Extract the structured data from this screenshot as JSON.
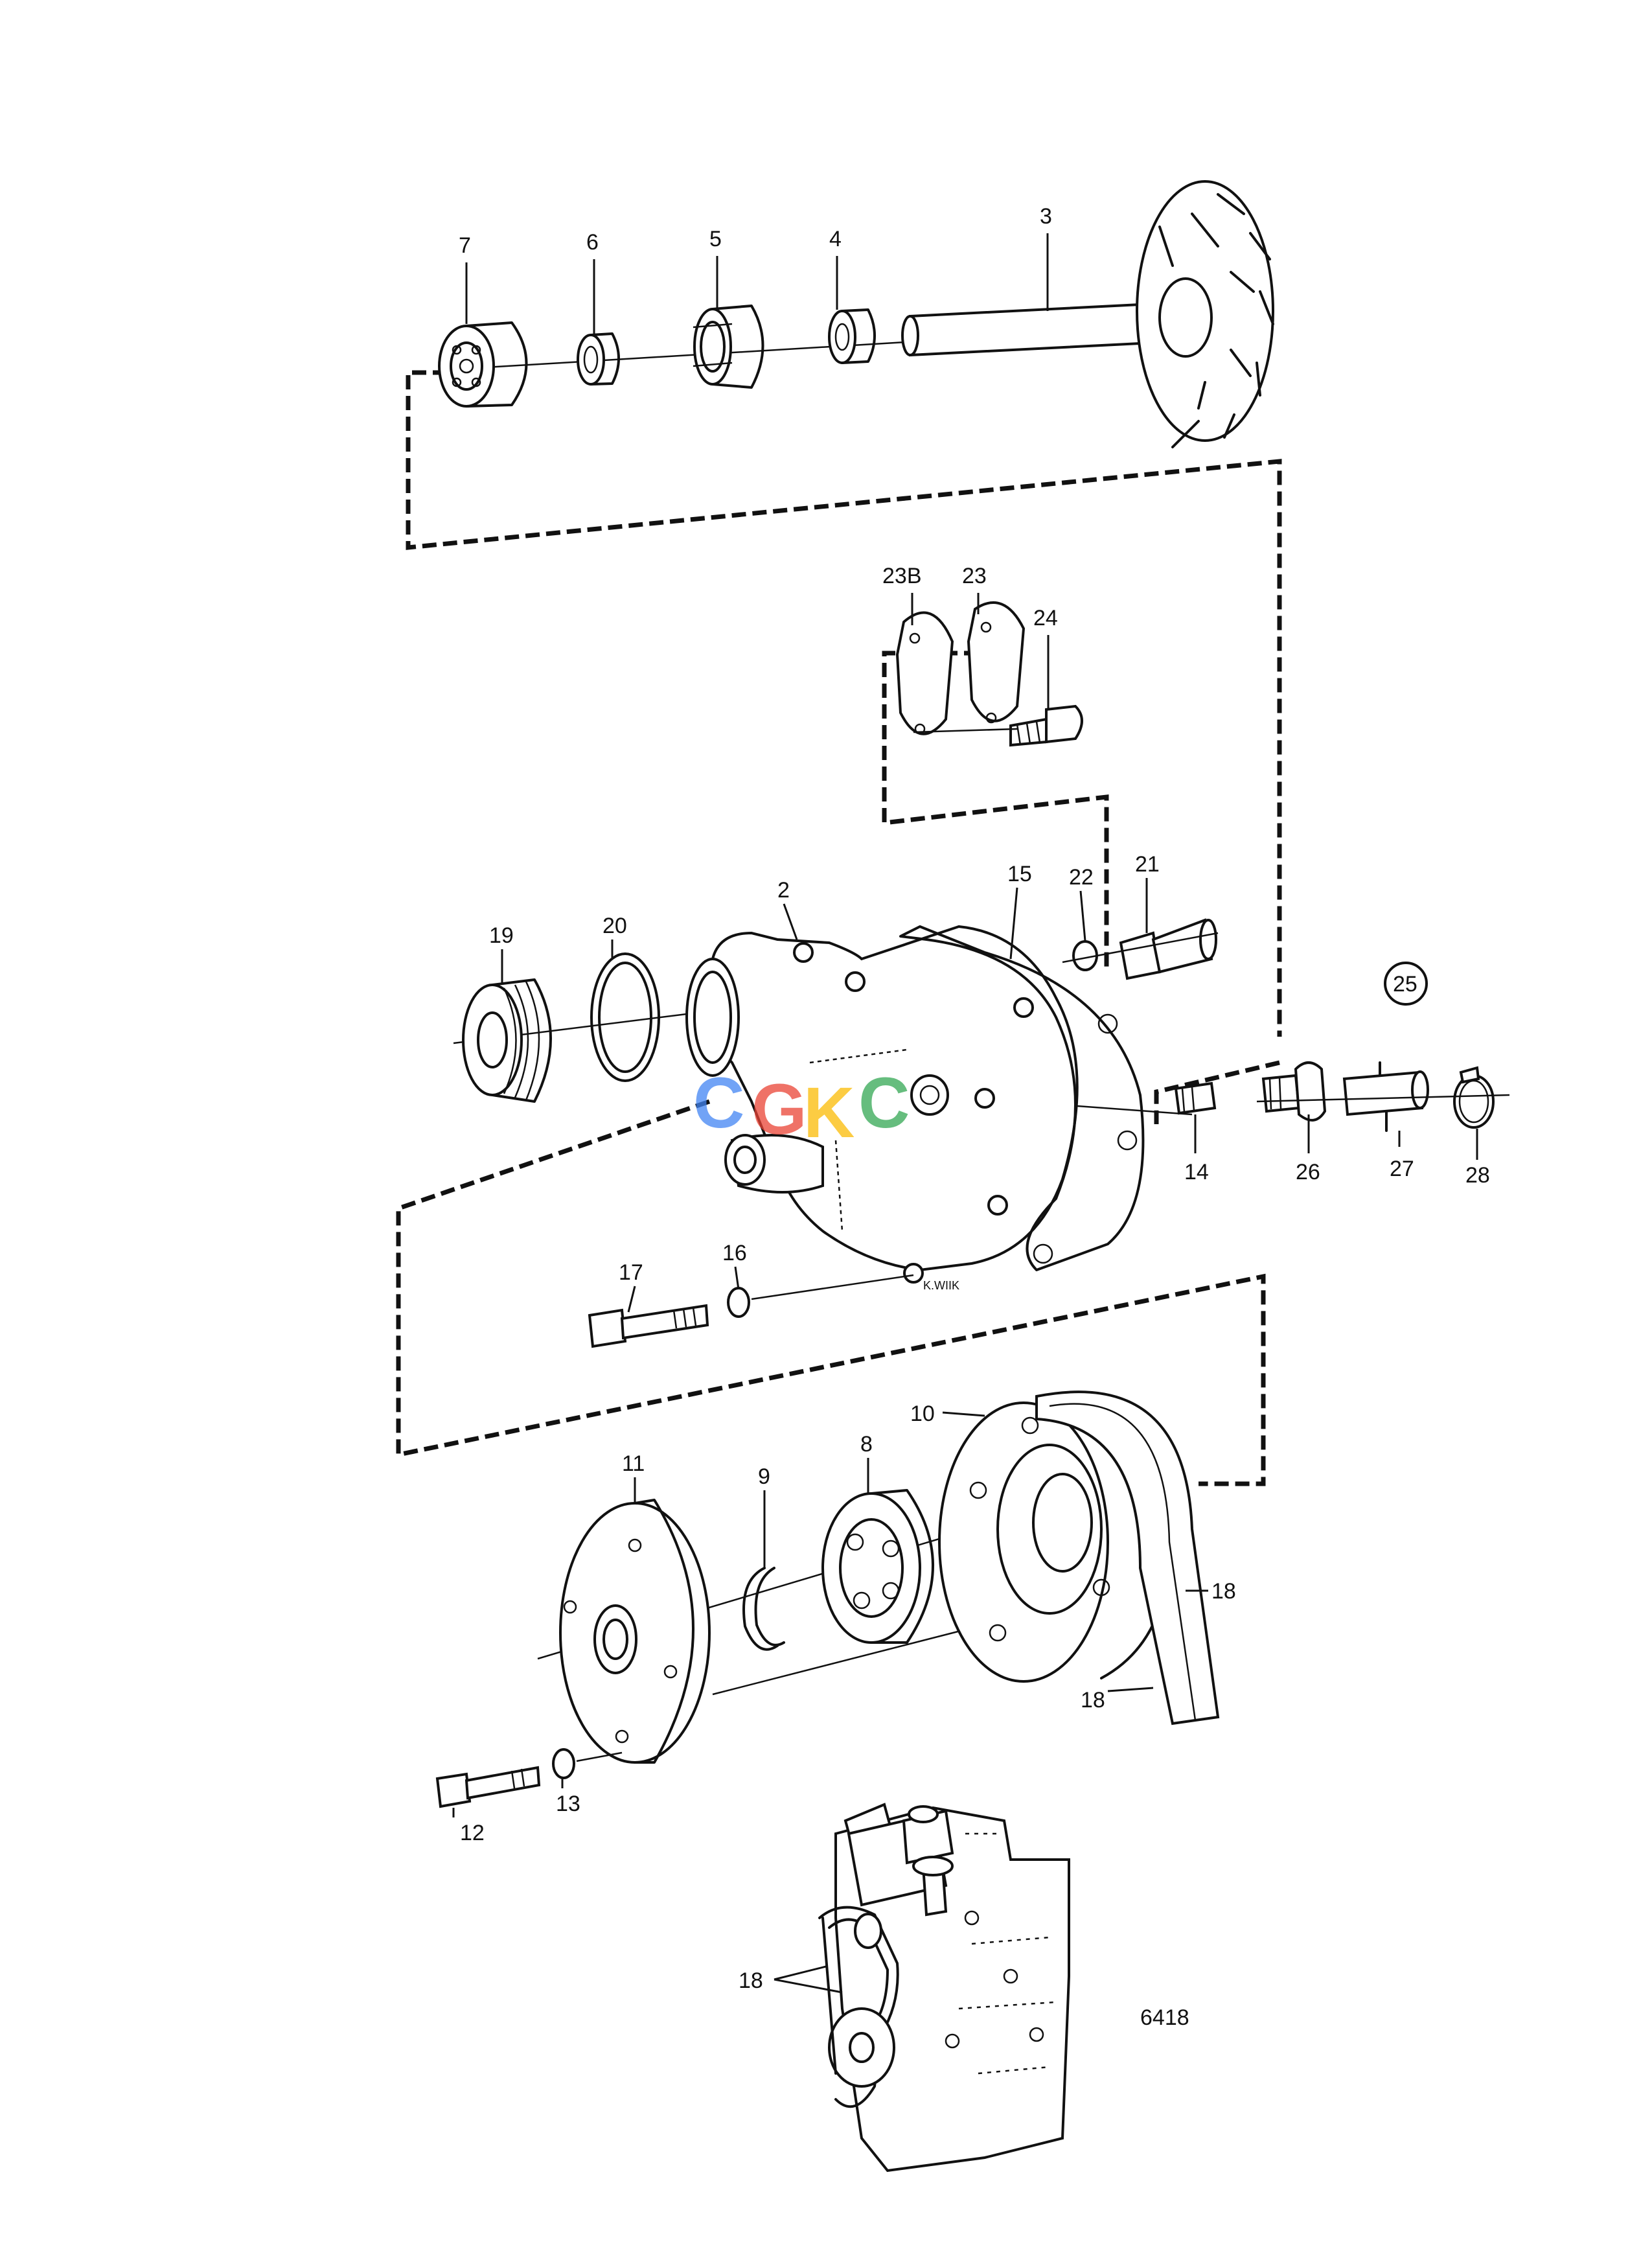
{
  "watermark": {
    "letters": [
      {
        "char": "C",
        "color": "#4285F4"
      },
      {
        "char": "G",
        "color": "#EA4335"
      },
      {
        "char": "K",
        "color": "#FBBC05"
      },
      {
        "char": "C",
        "color": "#34A853"
      }
    ]
  },
  "labels": {
    "p2": "2",
    "p3": "3",
    "p4": "4",
    "p5": "5",
    "p6": "6",
    "p7": "7",
    "p8": "8",
    "p9": "9",
    "p10": "10",
    "p11": "11",
    "p12": "12",
    "p13": "13",
    "p14": "14",
    "p15": "15",
    "p16": "16",
    "p17": "17",
    "p18a": "18",
    "p18b": "18",
    "p18c": "18",
    "p19": "19",
    "p20": "20",
    "p21": "21",
    "p22": "22",
    "p23": "23",
    "p23b": "23B",
    "p24": "24",
    "p25": "25",
    "p26": "26",
    "p27": "27",
    "p28": "28"
  },
  "stamp": "K.WIIK",
  "figure_number": "6418"
}
